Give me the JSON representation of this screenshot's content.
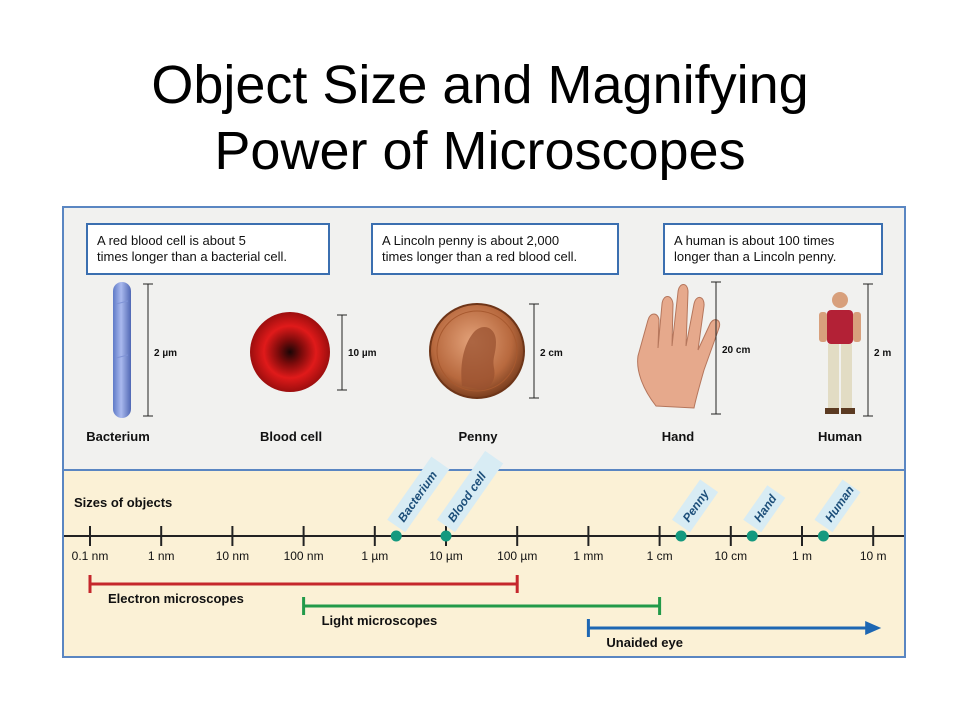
{
  "title_line1": "Object Size and Magnifying",
  "title_line2": "Power of Microscopes",
  "colors": {
    "frame": "#5a86c2",
    "top_panel": "#f1f1ef",
    "scale_panel": "#fbf1d6",
    "electron": "#c5272c",
    "light": "#229a49",
    "unaided": "#1d67b3",
    "marker": "#14997f",
    "tag": "#d8ecf4",
    "tag_text": "#1d4f7a"
  },
  "comparisons": [
    "A red blood cell is about 5 times longer than a bacterial cell.",
    "A Lincoln penny is about 2,000 times longer than a red blood cell.",
    "A human is about 100 times longer than a Lincoln penny."
  ],
  "objects": [
    {
      "name": "Bacterium",
      "size": "2 µm",
      "icon": "bacterium-icon"
    },
    {
      "name": "Blood cell",
      "size": "10 µm",
      "icon": "blood-cell-icon"
    },
    {
      "name": "Penny",
      "size": "2 cm",
      "icon": "penny-icon"
    },
    {
      "name": "Hand",
      "size": "20 cm",
      "icon": "hand-icon"
    },
    {
      "name": "Human",
      "size": "2 m",
      "icon": "human-icon"
    }
  ],
  "scale": {
    "heading": "Sizes of objects",
    "ticks": [
      "0.1 nm",
      "1 nm",
      "10 nm",
      "100 nm",
      "1 µm",
      "10 µm",
      "100 µm",
      "1 mm",
      "1 cm",
      "10 cm",
      "1 m",
      "10 m"
    ],
    "markers": [
      {
        "label": "Bacterium",
        "value_m": 2e-06
      },
      {
        "label": "Blood cell",
        "value_m": 1e-05
      },
      {
        "label": "Penny",
        "value_m": 0.02
      },
      {
        "label": "Hand",
        "value_m": 0.2
      },
      {
        "label": "Human",
        "value_m": 2
      }
    ],
    "ranges": [
      {
        "label": "Electron microscopes",
        "from": "0.1 nm",
        "to": "100 µm",
        "color_key": "electron"
      },
      {
        "label": "Light microscopes",
        "from": "100 nm",
        "to": "1 cm",
        "color_key": "light"
      },
      {
        "label": "Unaided eye",
        "from": "1 mm",
        "to": "10 m",
        "color_key": "unaided",
        "arrow": true
      }
    ]
  }
}
